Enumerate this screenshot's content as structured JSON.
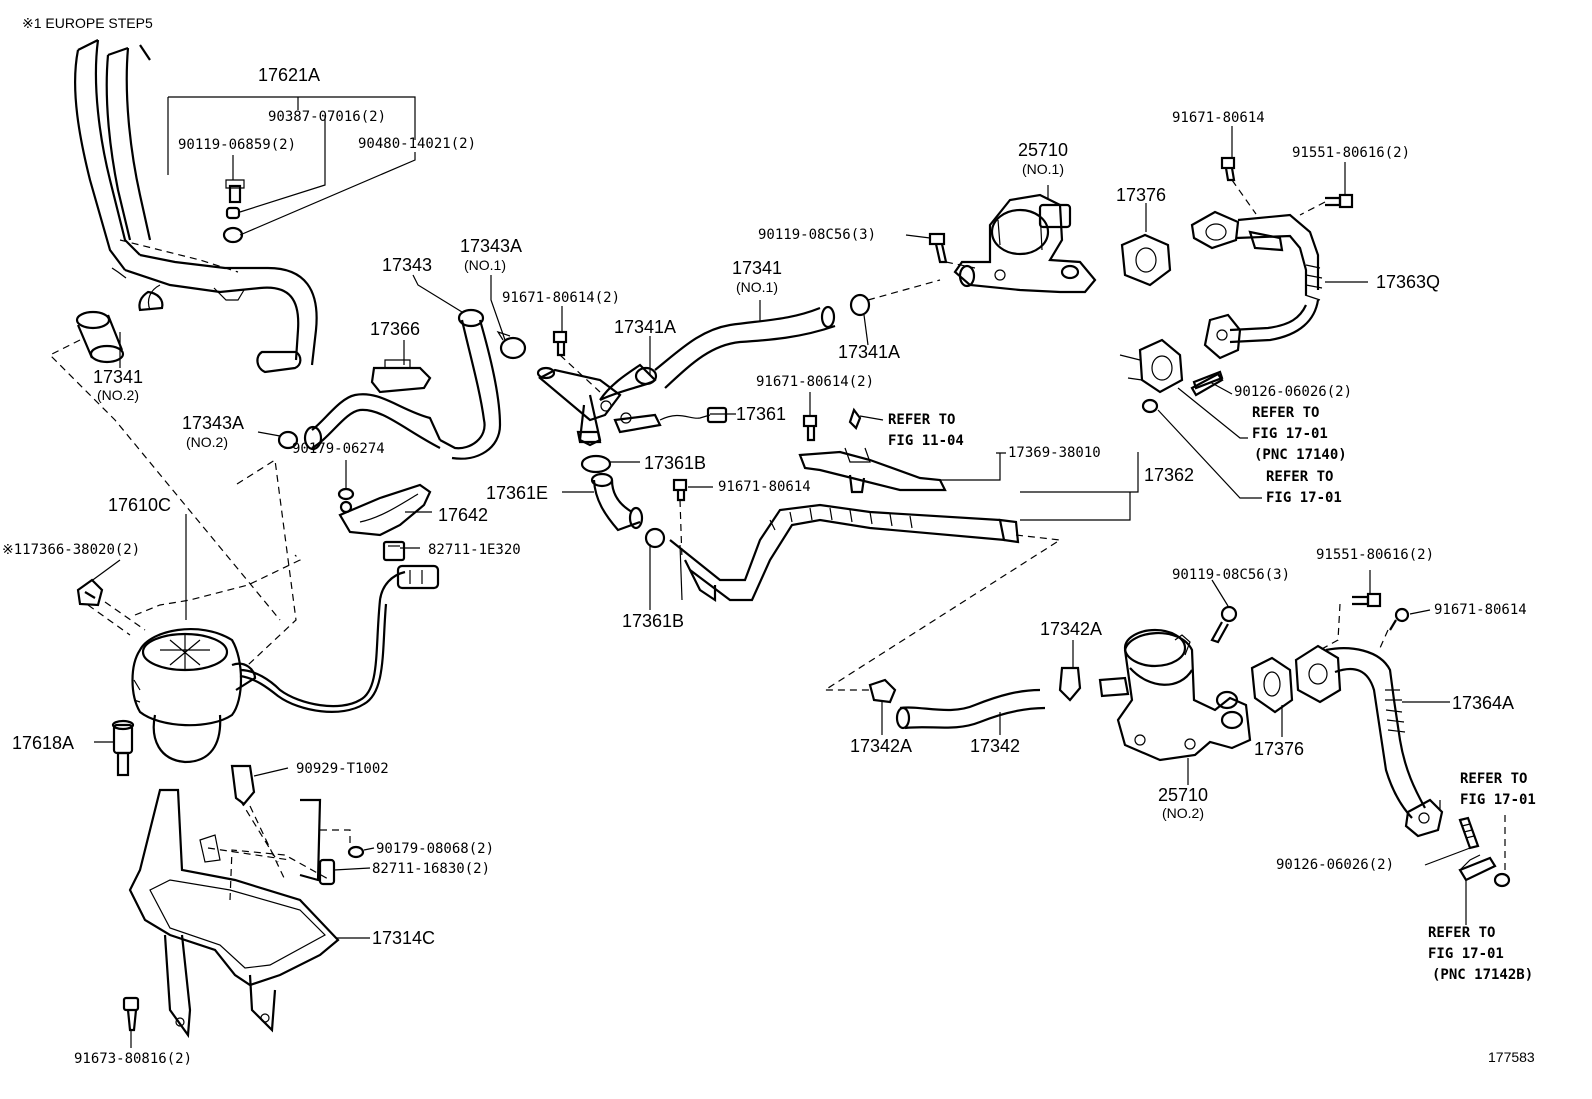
{
  "header_note": "※1 EUROPE STEP5",
  "figure_number": "177583",
  "labels": {
    "p17621A": "17621A",
    "p90387": "90387-07016(2)",
    "p90119_06859": "90119-06859(2)",
    "p90480": "90480-14021(2)",
    "p17341_no2": "17341",
    "no2_a": "(NO.2)",
    "p17343": "17343",
    "p17343A_top": "17343A",
    "no1_a": "(NO.1)",
    "p17366": "17366",
    "p17343A_no2": "17343A",
    "no2_b": "(NO.2)",
    "p90179_06274": "90179-06274",
    "p17642": "17642",
    "p82711_1E320": "82711-1E320",
    "p17610C": "17610C",
    "p17366_38020": "※117366-38020(2)",
    "p17618A": "17618A",
    "p90929": "90929-T1002",
    "p90179_08068": "90179-08068(2)",
    "p82711_16830": "82711-16830(2)",
    "p17314C": "17314C",
    "p91673": "91673-80816(2)",
    "p25710_no1": "25710",
    "no1_b": "(NO.1)",
    "p90119_08C56_a": "90119-08C56(3)",
    "p17341_no1": "17341",
    "no1_c": "(NO.1)",
    "p91671_a": "91671-80614(2)",
    "p17341A_a": "17341A",
    "p17341A_b": "17341A",
    "p17361": "17361",
    "p91671_b": "91671-80614(2)",
    "refer_1104_a": "REFER TO",
    "refer_1104_b": "FIG 11-04",
    "p17369": "17369-38010",
    "p17361B_a": "17361B",
    "p17361E": "17361E",
    "p91671_c": "91671-80614",
    "p17361B_b": "17361B",
    "p17362": "17362",
    "p17376_a": "17376",
    "p91671_d": "91671-80614",
    "p91551_a": "91551-80616(2)",
    "p17363Q": "17363Q",
    "p90126_a": "90126-06026(2)",
    "refer_1701_a1": "REFER TO",
    "refer_1701_a2": "FIG 17-01",
    "pnc_17140": "(PNC 17140)",
    "refer_1701_b1": "REFER TO",
    "refer_1701_b2": "FIG 17-01",
    "p91551_b": "91551-80616(2)",
    "p90119_08C56_b": "90119-08C56(3)",
    "p91671_e": "91671-80614",
    "p17342A_a": "17342A",
    "p17342A_b": "17342A",
    "p17342": "17342",
    "p25710_no2": "25710",
    "no2_c": "(NO.2)",
    "p17376_b": "17376",
    "p17364A": "17364A",
    "refer_1701_c1": "REFER TO",
    "refer_1701_c2": "FIG 17-01",
    "p90126_b": "90126-06026(2)",
    "refer_1701_d1": "REFER TO",
    "refer_1701_d2": "FIG 17-01",
    "pnc_17142B": "(PNC 17142B)"
  }
}
